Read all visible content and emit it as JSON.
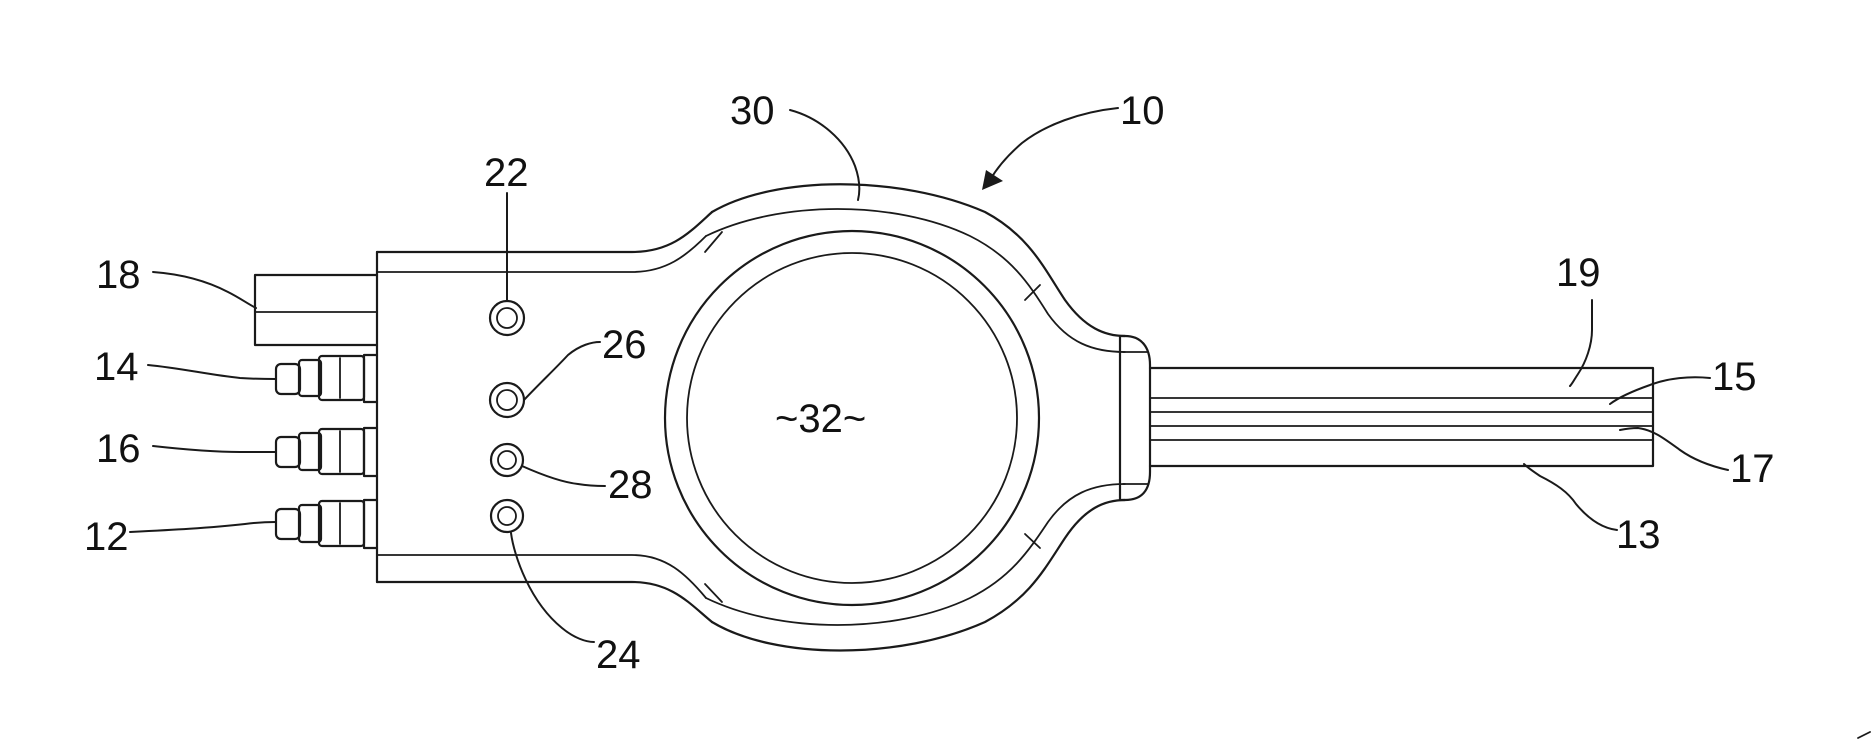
{
  "figure": {
    "labels": {
      "device": "10",
      "connector_12": "12",
      "tube_13": "13",
      "connector_14": "14",
      "tube_15": "15",
      "connector_16": "16",
      "tube_17": "17",
      "connector_18": "18",
      "tube_19": "19",
      "port_22": "22",
      "port_24": "24",
      "port_26": "26",
      "port_28": "28",
      "rim_30": "30",
      "center_32": "~32~"
    }
  }
}
